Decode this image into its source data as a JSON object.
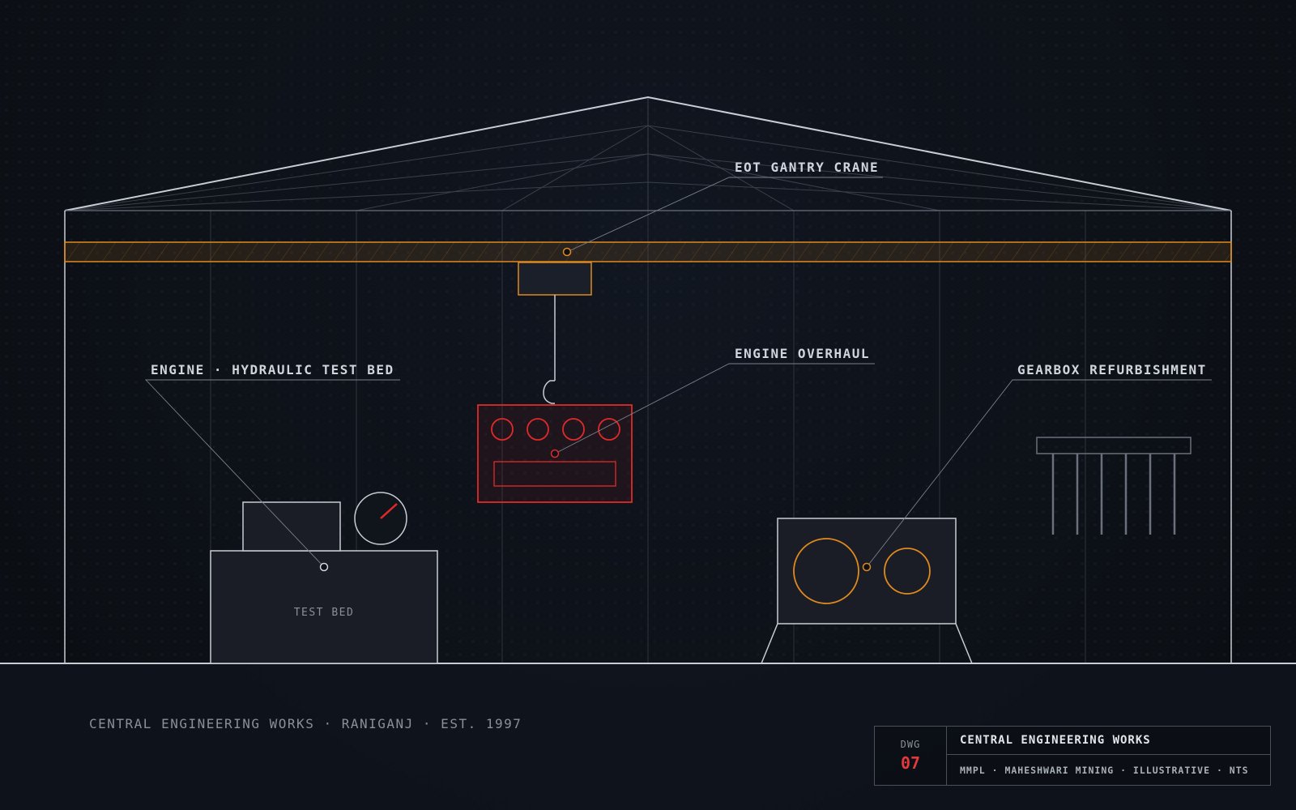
{
  "labels": {
    "crane": "EOT GANTRY CRANE",
    "engine_overhaul": "ENGINE OVERHAUL",
    "test_bed": "ENGINE · HYDRAULIC TEST BED",
    "gearbox": "GEARBOX REFURBISHMENT",
    "test_bed_inner": "TEST BED"
  },
  "footer": {
    "tagline": "CENTRAL ENGINEERING WORKS · RANIGANJ · EST. 1997"
  },
  "title_block": {
    "dwg_label": "DWG",
    "dwg_number": "07",
    "title": "CENTRAL ENGINEERING WORKS",
    "subtitle": "MMPL · MAHESHWARI MINING · ILLUSTRATIVE · NTS"
  },
  "colors": {
    "structure": "#c8ccd4",
    "crane": "#e08a1e",
    "engine": "#e02a2a",
    "background": "#0d1117"
  }
}
